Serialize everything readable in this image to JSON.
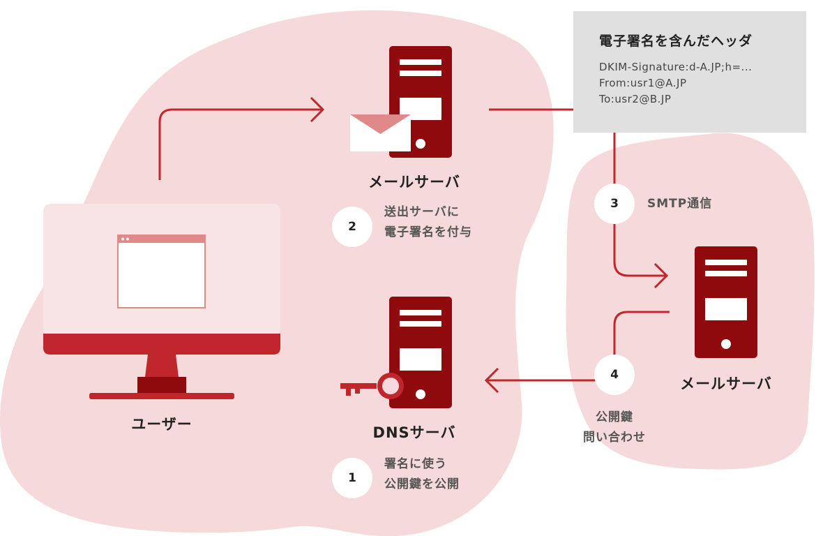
{
  "colors": {
    "blob": "#f6d9da",
    "accent": "#c0272d",
    "dark": "#8e0a0d",
    "monitor_screen": "#f9e4e5",
    "envelope_flap": "#e0898b",
    "header_bg": "#e0e0e0"
  },
  "nodes": {
    "user": {
      "label": "ユーザー",
      "icon": "desktop-monitor-icon"
    },
    "sender_mail_server": {
      "label": "メールサーバ",
      "icon": "server-tower-icon"
    },
    "dns_server": {
      "label": "DNSサーバ",
      "icon": "server-tower-icon"
    },
    "receiver_mail_server": {
      "label": "メールサーバ",
      "icon": "server-tower-icon"
    }
  },
  "header_box": {
    "title": "電子署名を含んだヘッダ",
    "lines": [
      "DKIM-Signature:d-A.JP;h=...",
      "From:usr1@A.JP",
      "To:usr2@B.JP"
    ]
  },
  "steps": [
    {
      "number": "1",
      "lines": [
        "署名に使う",
        "公開鍵を公開"
      ]
    },
    {
      "number": "2",
      "lines": [
        "送出サーバに",
        "電子署名を付与"
      ]
    },
    {
      "number": "3",
      "lines": [
        "SMTP通信"
      ]
    },
    {
      "number": "4",
      "lines": [
        "公開鍵",
        "問い合わせ"
      ]
    }
  ]
}
